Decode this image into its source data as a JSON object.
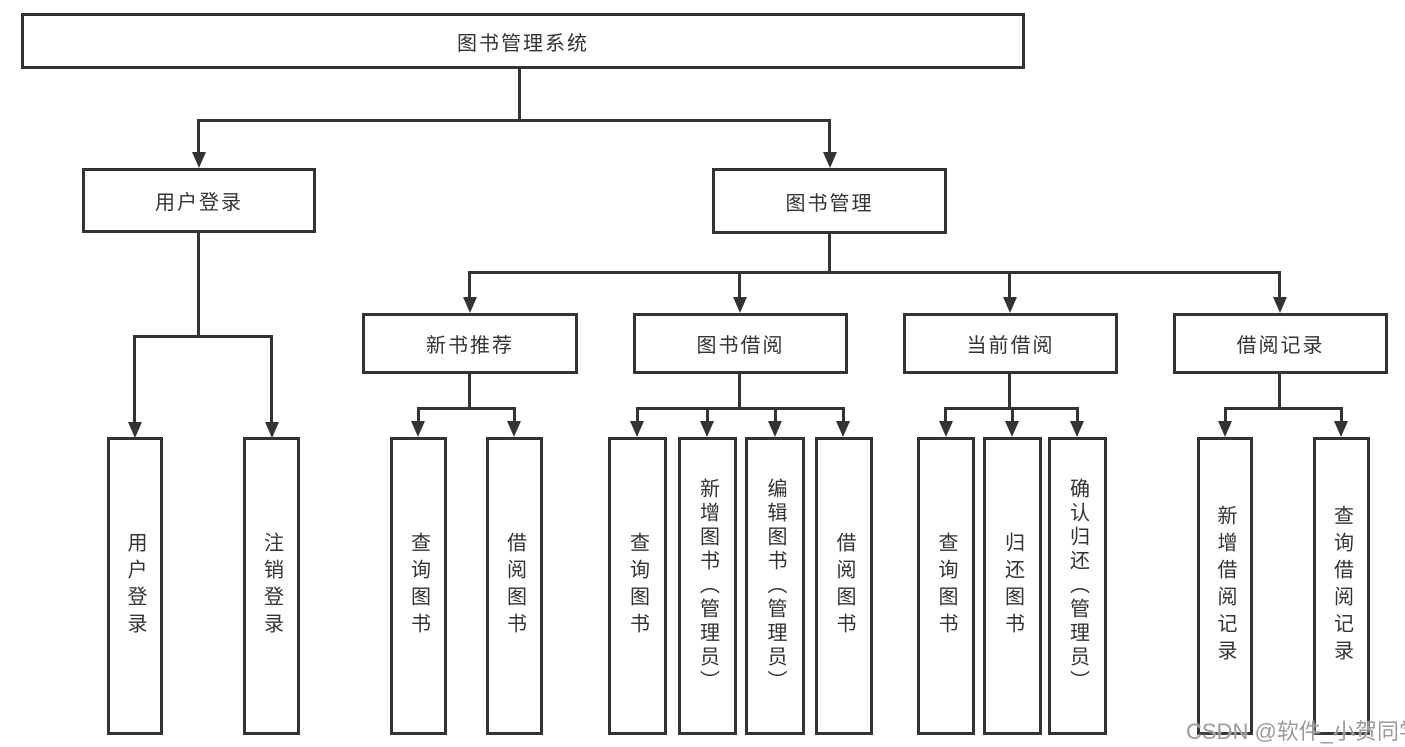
{
  "diagram_title": "图书管理系统",
  "tree": {
    "label": "图书管理系统",
    "children": [
      {
        "label": "用户登录",
        "children": [
          {
            "label": "用户登录"
          },
          {
            "label": "注销登录"
          }
        ]
      },
      {
        "label": "图书管理",
        "children": [
          {
            "label": "新书推荐",
            "children": [
              {
                "label": "查询图书"
              },
              {
                "label": "借阅图书"
              }
            ]
          },
          {
            "label": "图书借阅",
            "children": [
              {
                "label": "查询图书"
              },
              {
                "label": "新增图书（管理员）"
              },
              {
                "label": "编辑图书（管理员）"
              },
              {
                "label": "借阅图书"
              }
            ]
          },
          {
            "label": "当前借阅",
            "children": [
              {
                "label": "查询图书"
              },
              {
                "label": "归还图书"
              },
              {
                "label": "确认归还（管理员）"
              }
            ]
          },
          {
            "label": "借阅记录",
            "children": [
              {
                "label": "新增借阅记录"
              },
              {
                "label": "查询借阅记录"
              }
            ]
          }
        ]
      }
    ]
  },
  "watermark": "CSDN @软件_小贺同学",
  "colors": {
    "line": "#333333",
    "text": "#333333",
    "watermark": "#9b9b9b",
    "background": "#ffffff"
  }
}
